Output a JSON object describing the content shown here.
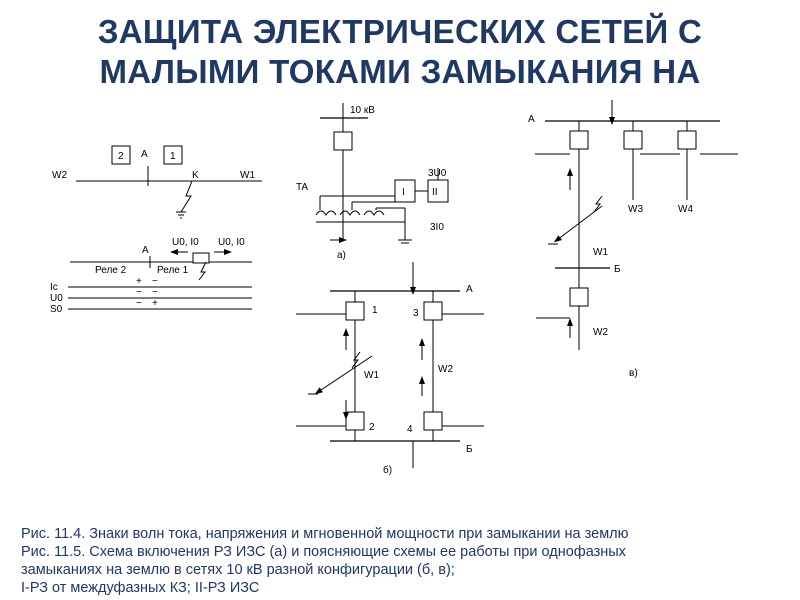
{
  "title": {
    "line1": "ЗАЩИТА ЭЛЕКТРИЧЕСКИХ СЕТЕЙ С",
    "line2": "МАЛЫМИ ТОКАМИ ЗАМЫКАНИЯ НА"
  },
  "fig_a_top": {
    "box1": "2",
    "box2": "1",
    "node_a": "А",
    "line_left": "W2",
    "line_right": "W1",
    "fault": "K"
  },
  "fig_a_bottom": {
    "node_a": "А",
    "left_value": "U0, I0",
    "right_value": "U0, I0",
    "relay2": "Реле 2",
    "relay1": "Реле 1",
    "row1_label": "Ic",
    "row2_label": "U0",
    "row3_label": "S0",
    "row1_left": "+",
    "row1_right": "−",
    "row2_left": "−",
    "row2_right": "−",
    "row3_left": "−",
    "row3_right": "+"
  },
  "fig_a_mid": {
    "voltage": "10 кВ",
    "ta": "TA",
    "relay_i": "I",
    "relay_ii": "II",
    "u0": "3U0",
    "i0": "3I0",
    "caption": "а)"
  },
  "fig_b": {
    "bus_a": "А",
    "bus_b": "Б",
    "n1": "1",
    "n2": "2",
    "n3": "3",
    "n4": "4",
    "w1": "W1",
    "w2": "W2",
    "caption": "б)"
  },
  "fig_c": {
    "bus_a": "А",
    "bus_b": "Б",
    "w1": "W1",
    "w2": "W2",
    "w3": "W3",
    "w4": "W4",
    "caption": "в)"
  },
  "caption": {
    "line1": "Рис. 11.4. Знаки волн тока, напряжения и мгновенной мощности при замыкании на землю",
    "line2": "Рис. 11.5. Схема включения РЗ ИЗС (а) и поясняющие схемы ее работы при однофазных",
    "line3": "замыканиях на землю в сетях 10 кВ разной конфигурации (б, в);",
    "line4": "I-РЗ от междуфазных КЗ; II-РЗ ИЗС"
  }
}
